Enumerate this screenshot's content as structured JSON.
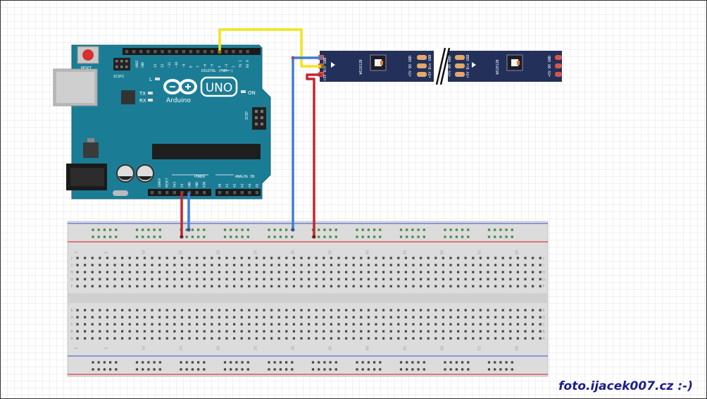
{
  "arduino": {
    "reset_label": "RESET",
    "icsp2_label": "ICSP2",
    "l_label": "L",
    "tx_label": "TX",
    "rx_label": "RX",
    "uno_label": "UNO",
    "brand_label": "Arduino",
    "on_label": "ON",
    "icsp_label": "ICSP",
    "digital_label": "DIGITAL (PWM=~)",
    "power_label": "POWER",
    "analog_label": "ANALOG IN",
    "aref_label": "AREF",
    "gnd_label": "GND",
    "digital_pins": [
      "13",
      "12",
      "~11",
      "~10",
      "~9",
      "8",
      "7",
      "~6",
      "~5",
      "4",
      "~3",
      "2",
      "TX 1",
      "RX 0"
    ],
    "power_pins": [
      "IOREF",
      "RESET",
      "3V3",
      "5V",
      "GND",
      "GND",
      "VIN"
    ],
    "analog_pins": [
      "A0",
      "A1",
      "A2",
      "A3",
      "A4",
      "A5"
    ]
  },
  "strip": {
    "chip_label": "WS2812B",
    "pad_label_left": "+5V Din GND",
    "pad_label_mid": "+5V DO GND"
  },
  "breadboard": {
    "column_numbers": [
      "1",
      "5",
      "10",
      "15",
      "20",
      "25",
      "30",
      "35",
      "40",
      "45",
      "50",
      "55",
      "60"
    ],
    "row_letters_top": [
      "J",
      "I",
      "H",
      "G",
      "F"
    ],
    "row_letters_bottom": [
      "E",
      "D",
      "C",
      "B",
      "A"
    ]
  },
  "colors": {
    "board": "#1b7d95",
    "strip": "#22305a",
    "wire_yellow": "#f2e51c",
    "wire_blue": "#3e7fd1",
    "wire_red": "#c0272d",
    "rail_red": "#e23b3b",
    "rail_blue": "#5a6cd8"
  },
  "credit": "foto.ijacek007.cz :-)"
}
